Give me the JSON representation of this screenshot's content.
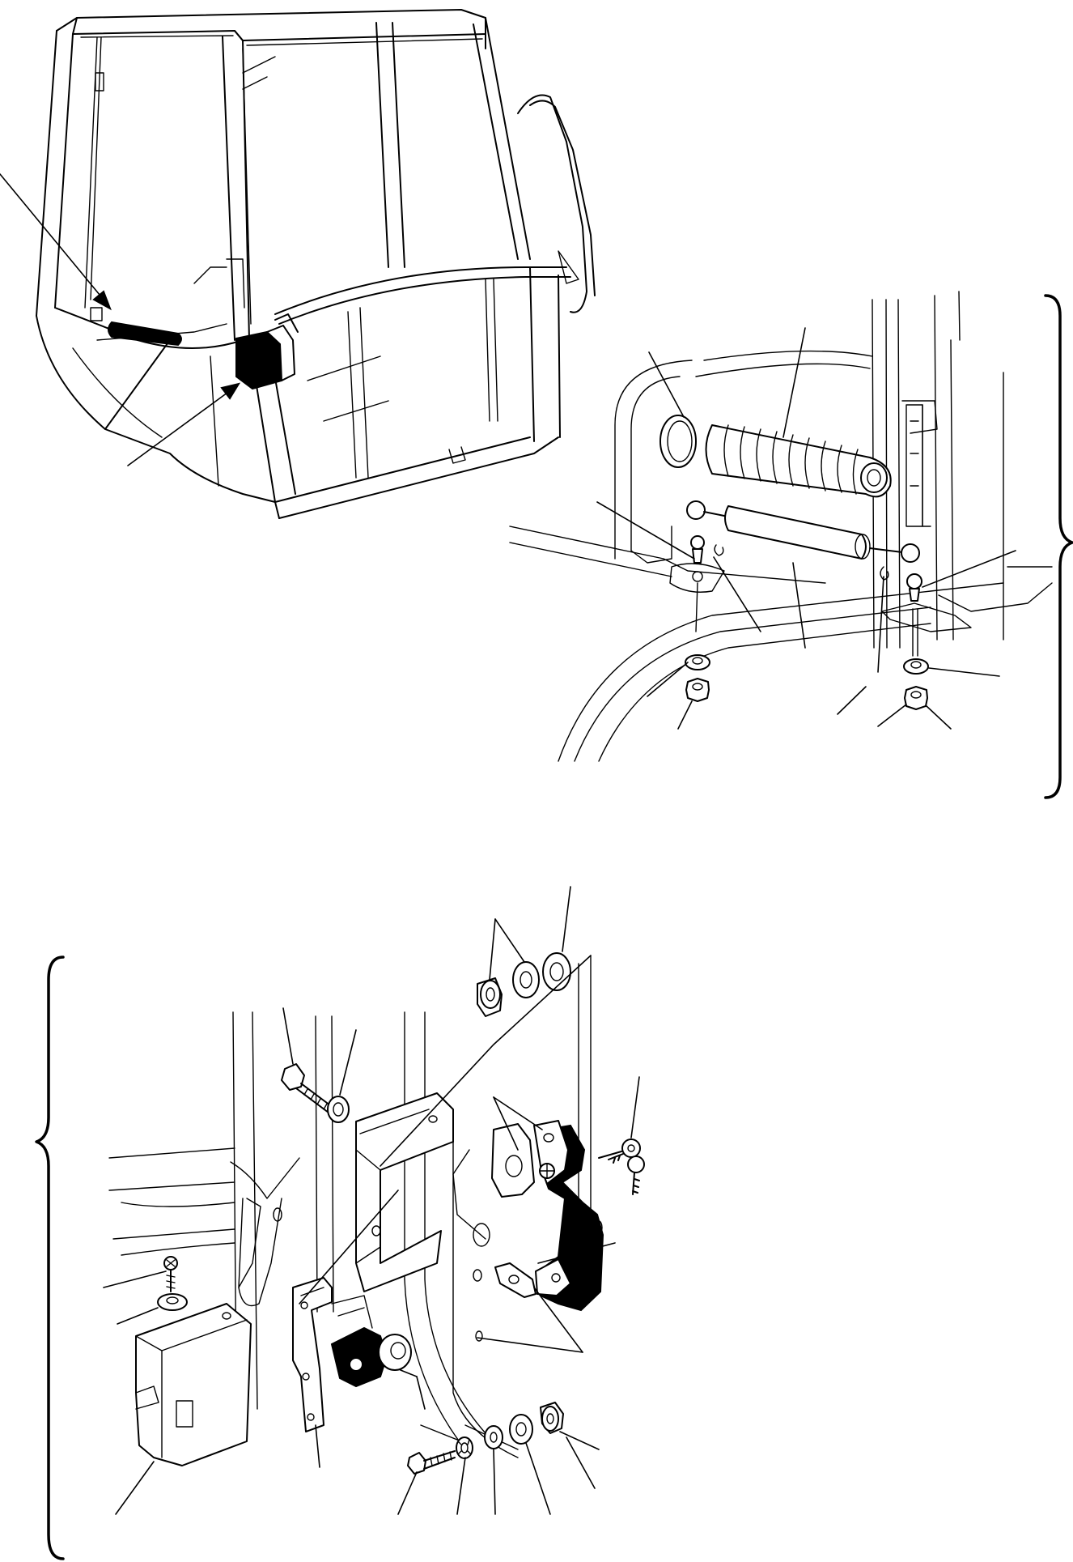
{
  "figure": {
    "views": [
      "cab-overview",
      "gas-strut-assembly",
      "door-lock-assembly"
    ],
    "ink_color": "#000000",
    "paper_color": "#ffffff"
  }
}
